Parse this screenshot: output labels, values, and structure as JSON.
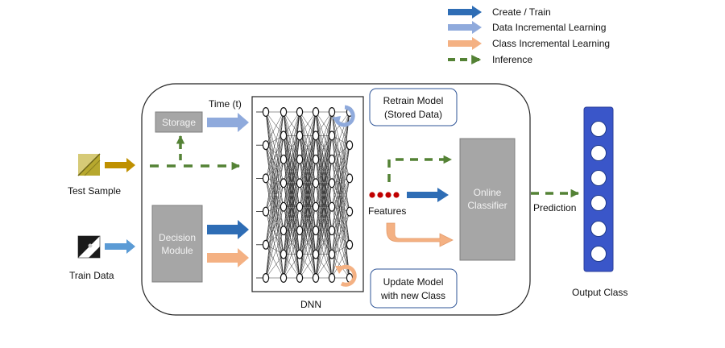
{
  "legend": {
    "items": [
      {
        "label": "Create / Train",
        "color": "#2e6db5",
        "style": "solid"
      },
      {
        "label": "Data Incremental Learning",
        "color": "#8faadc",
        "style": "solid"
      },
      {
        "label": "Class Incremental Learning",
        "color": "#f4b183",
        "style": "solid"
      },
      {
        "label": "Inference",
        "color": "#548235",
        "style": "dashed"
      }
    ]
  },
  "inputs": {
    "test_sample": "Test Sample",
    "train_data": "Train Data"
  },
  "modules": {
    "storage": "Storage",
    "time_label": "Time (t)",
    "decision_line1": "Decision",
    "decision_line2": "Module",
    "dnn": "DNN",
    "features": "Features",
    "classifier_line1": "Online",
    "classifier_line2": "Classifier",
    "prediction": "Prediction",
    "output": "Output Class"
  },
  "callouts": {
    "retrain_line1": "Retrain Model",
    "retrain_line2": "(Stored Data)",
    "update_line1": "Update Model",
    "update_line2": "with new Class"
  },
  "colors": {
    "create_train": "#2e6db5",
    "data_incremental": "#8faadc",
    "class_incremental": "#f4b183",
    "inference": "#548235",
    "test_arrow": "#bf9000",
    "module_fill": "#a6a6a6",
    "feature_dot": "#c00000",
    "output_bar": "#3a56c9"
  }
}
